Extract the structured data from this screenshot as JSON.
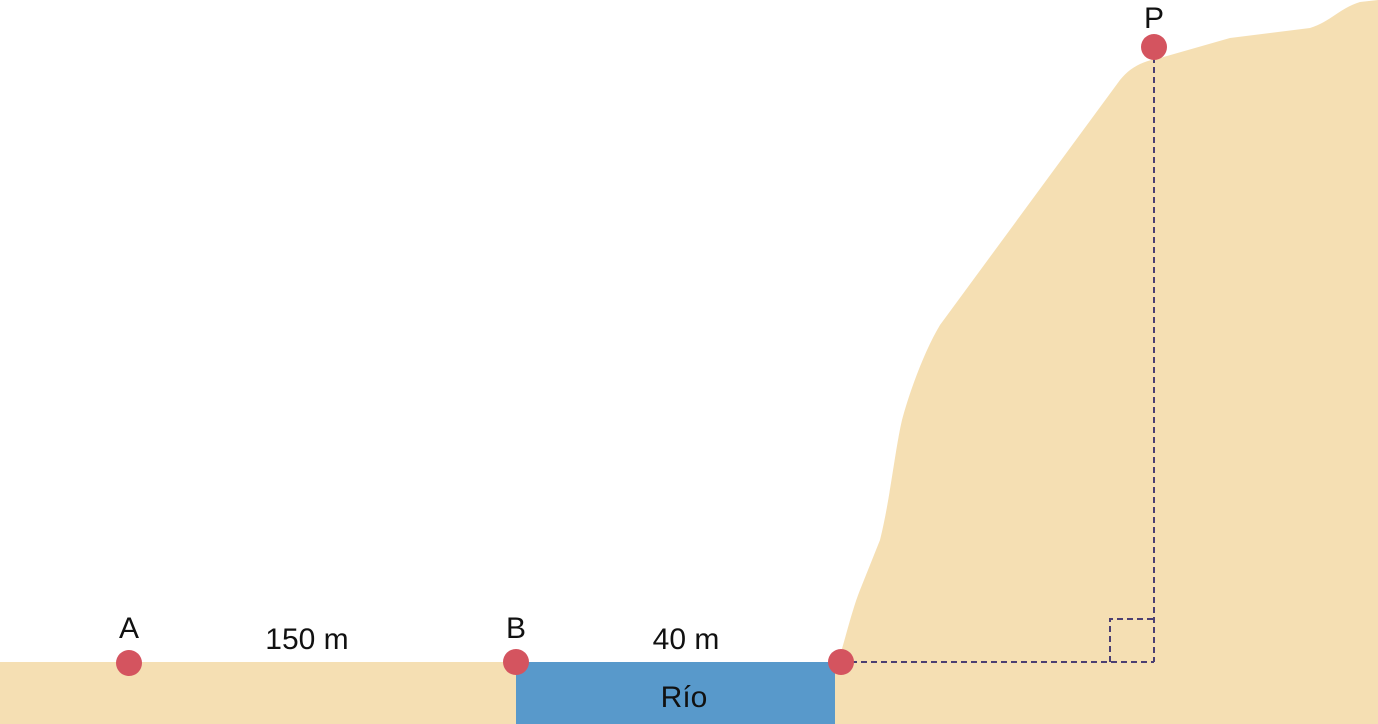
{
  "colors": {
    "terrain": "#F5DFB3",
    "river": "#5899CB",
    "point": "#D4545F",
    "dashed": "#4B3F72"
  },
  "points": {
    "a": "A",
    "b": "B",
    "p": "P"
  },
  "distances": {
    "ab": "150 m",
    "river_width": "40 m"
  },
  "river_label": "Río"
}
